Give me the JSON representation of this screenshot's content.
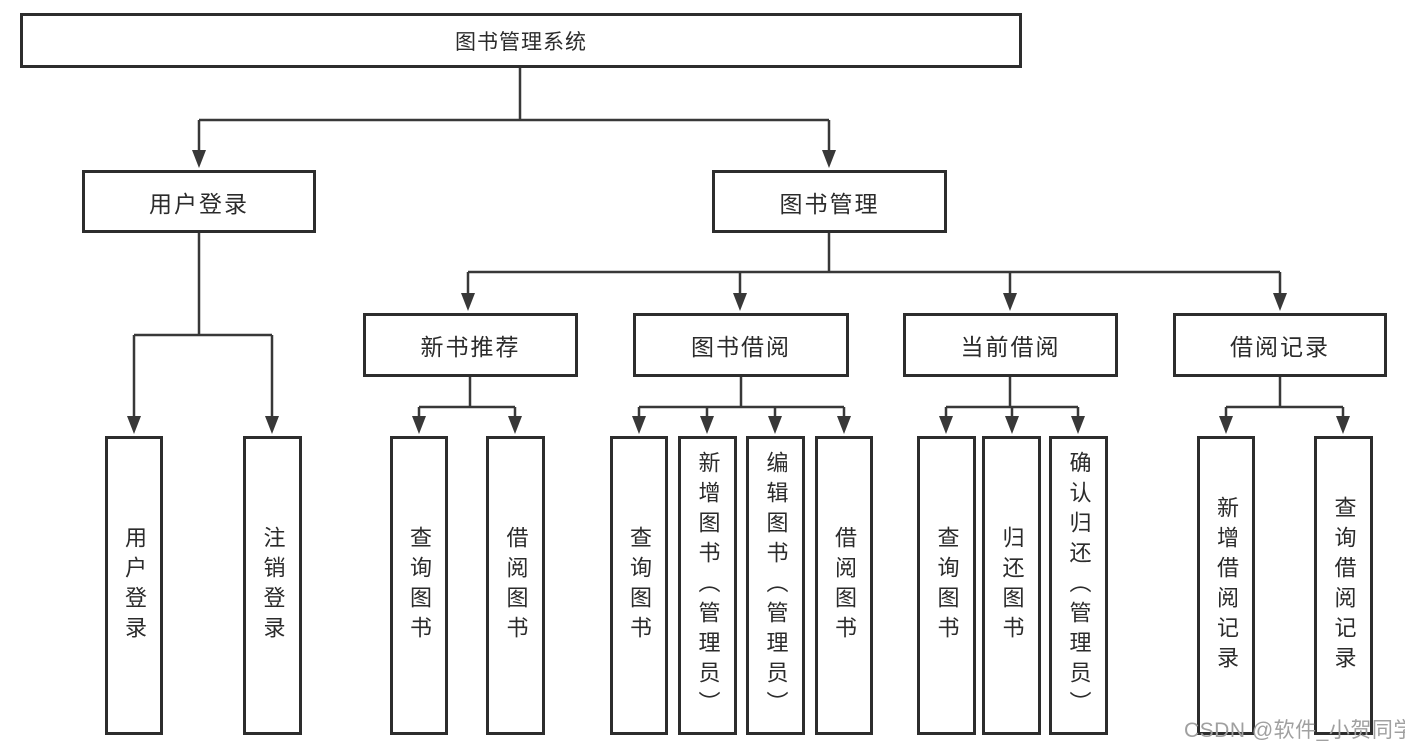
{
  "diagram": {
    "root": "图书管理系统",
    "branches": {
      "user_login": {
        "label": "用户登录",
        "children": [
          "用户登录",
          "注销登录"
        ]
      },
      "book_management": {
        "label": "图书管理",
        "sections": {
          "new_books": {
            "label": "新书推荐",
            "children": [
              "查询图书",
              "借阅图书"
            ]
          },
          "borrowing": {
            "label": "图书借阅",
            "children": [
              "查询图书",
              "新增图书（管理员）",
              "编辑图书（管理员）",
              "借阅图书"
            ]
          },
          "current": {
            "label": "当前借阅",
            "children": [
              "查询图书",
              "归还图书",
              "确认归还（管理员）"
            ]
          },
          "records": {
            "label": "借阅记录",
            "children": [
              "新增借阅记录",
              "查询借阅记录"
            ]
          }
        }
      }
    }
  },
  "watermark": "CSDN @软件_小贺同学",
  "colors": {
    "line": "#383838",
    "border": "#2d2d2d",
    "text": "#2b2b2b",
    "watermark": "#a0a0a0"
  }
}
